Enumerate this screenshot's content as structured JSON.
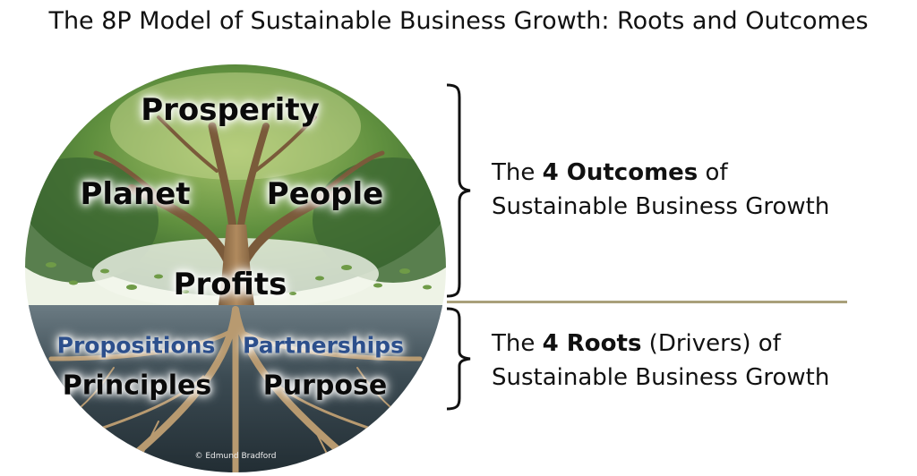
{
  "title": "The 8P Model of Sustainable Business Growth: Roots and Outcomes",
  "outcomes": {
    "top": "Prosperity",
    "left": "Planet",
    "right": "People",
    "base": "Profits"
  },
  "roots": {
    "upper_left": "Propositions",
    "upper_right": "Partnerships",
    "lower_left": "Principles",
    "lower_right": "Purpose"
  },
  "copyright": "© Edmund Bradford",
  "outcomes_text": {
    "pre": "The ",
    "bold": "4 Outcomes",
    "post": " of",
    "line2": "Sustainable Business Growth"
  },
  "roots_text": {
    "pre": "The ",
    "bold": "4 Roots",
    "post": " (Drivers) of",
    "line2": "Sustainable Business Growth"
  },
  "colors": {
    "canopy": "#4f7d3a",
    "trunk": "#8a6a45",
    "soil": "#3a4a52",
    "root_label": "#2c4f8c",
    "divider": "#a9a07a"
  }
}
